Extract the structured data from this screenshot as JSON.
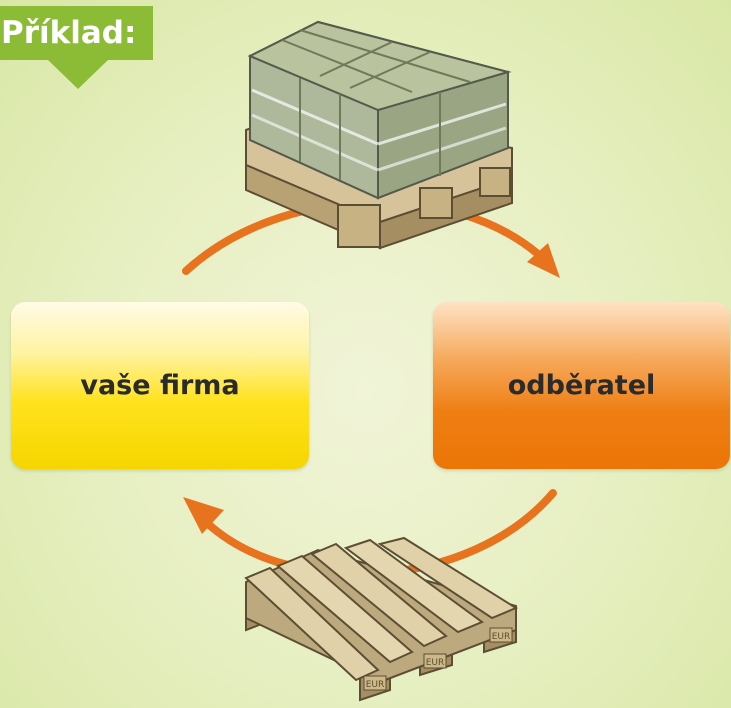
{
  "example_tag": {
    "label": "Příklad:"
  },
  "nodes": {
    "left": {
      "label": "vaše firma"
    },
    "right": {
      "label": "odběratel"
    }
  },
  "pallet_marking": "EUR",
  "colors": {
    "tag_green": "#8cbb36",
    "arrow_orange": "#e8731e",
    "left_box_yellow": "#ffe21d",
    "right_box_orange": "#ef7f14"
  }
}
